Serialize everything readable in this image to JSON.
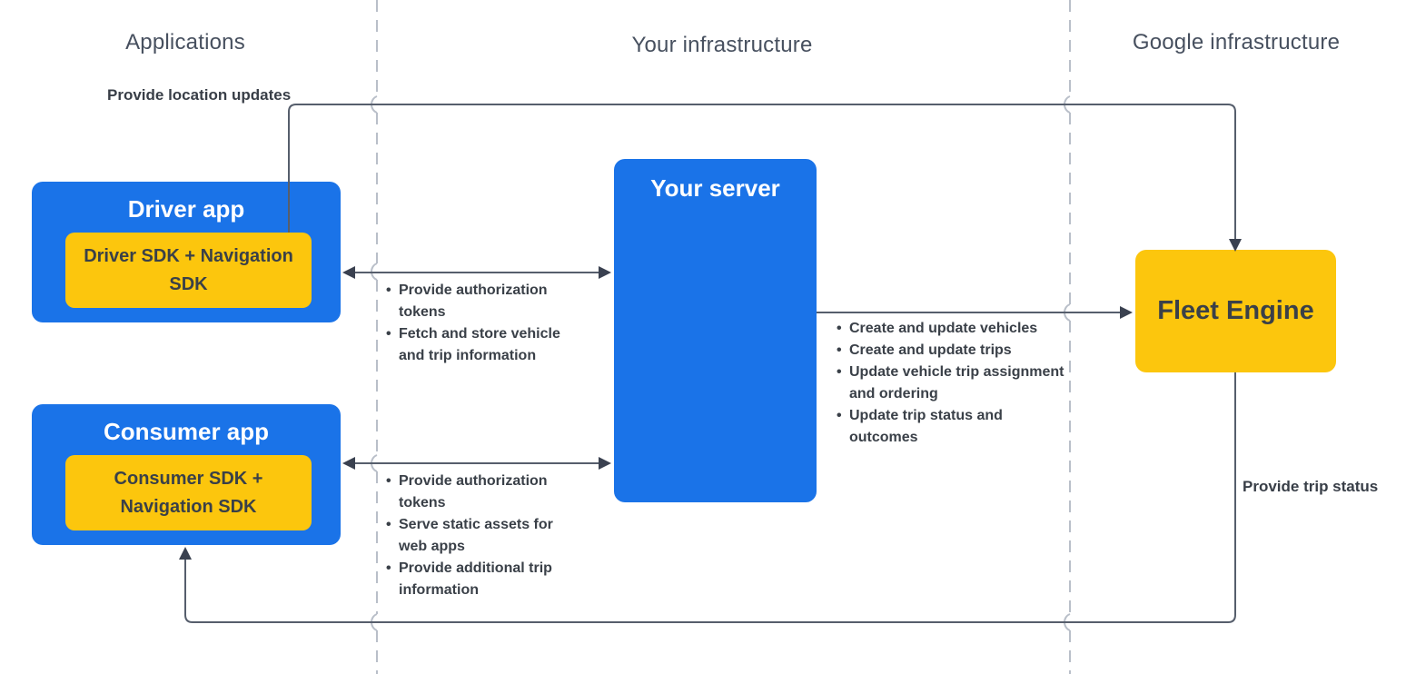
{
  "columns": [
    {
      "label": "Applications"
    },
    {
      "label": "Your infrastructure"
    },
    {
      "label": "Google infrastructure"
    }
  ],
  "nodes": {
    "driver_app": {
      "title": "Driver app",
      "sdk": "Driver SDK + Navigation SDK"
    },
    "consumer_app": {
      "title": "Consumer app",
      "sdk": "Consumer SDK + Navigation SDK"
    },
    "your_server": {
      "title": "Your server"
    },
    "fleet_engine": {
      "title": "Fleet Engine"
    }
  },
  "edges": {
    "location_updates": {
      "label": "Provide location updates"
    },
    "driver_server": {
      "items": [
        "Provide authorization tokens",
        "Fetch and store vehicle and trip information"
      ]
    },
    "consumer_server": {
      "items": [
        "Provide authorization tokens",
        "Serve static assets for web apps",
        "Provide additional trip information"
      ]
    },
    "server_fleet": {
      "items": [
        "Create and update vehicles",
        "Create and update trips",
        "Update vehicle trip assignment and ordering",
        "Update trip status and outcomes"
      ]
    },
    "trip_status": {
      "label": "Provide trip status"
    }
  },
  "colors": {
    "node_blue": "#1a73e8",
    "node_yellow": "#fcc60d",
    "wire": "#565e6c",
    "arrowhead": "#3a4150",
    "divider_dash": "#b9bfc9",
    "text_dark": "#3a4048",
    "header_gray": "#47505f"
  }
}
